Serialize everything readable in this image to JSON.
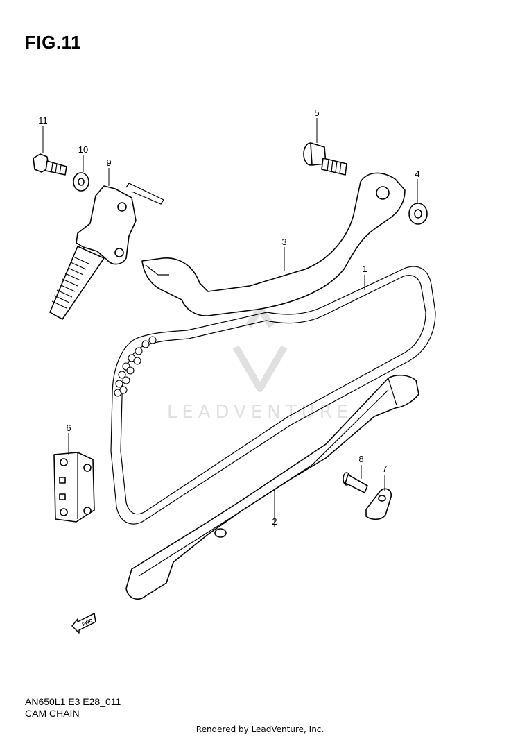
{
  "figure": {
    "title": "FIG.11",
    "model_code": "AN650L1 E3 E28_011",
    "caption": "CAM CHAIN"
  },
  "watermark": {
    "text": "LEADVENTURE",
    "logo": "leadventure-logo"
  },
  "callouts": [
    {
      "number": "1",
      "part": "cam-chain"
    },
    {
      "number": "2",
      "part": "chain-guide"
    },
    {
      "number": "3",
      "part": "tensioner-guide"
    },
    {
      "number": "4",
      "part": "washer"
    },
    {
      "number": "5",
      "part": "guide-bolt"
    },
    {
      "number": "6",
      "part": "cushion-plate"
    },
    {
      "number": "7",
      "part": "guide-plate"
    },
    {
      "number": "8",
      "part": "screw"
    },
    {
      "number": "9",
      "part": "tensioner-adjuster"
    },
    {
      "number": "10",
      "part": "washer"
    },
    {
      "number": "11",
      "part": "bolt"
    }
  ],
  "direction_arrow": {
    "label": "FWD"
  },
  "footer": {
    "text": "Rendered by LeadVenture, Inc."
  }
}
